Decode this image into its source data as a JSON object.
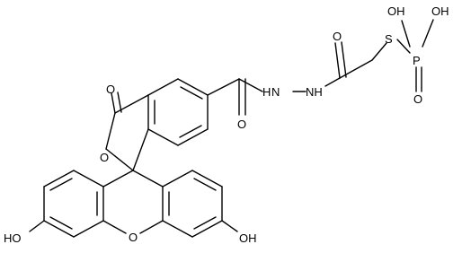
{
  "molecule": {
    "atoms": {
      "o_lactone_carbonyl": "O",
      "o_lactone_ring": "O",
      "o_amide": "O",
      "n1": "N",
      "n2": "NH",
      "nh_left": "H",
      "o_acyl": "O",
      "s_thio": "S",
      "p": "P",
      "oh_p1": "OH",
      "oh_p2": "OH",
      "o_p_double": "O",
      "o_xanthene": "O",
      "ho_left": "HO",
      "oh_right": "OH"
    }
  }
}
